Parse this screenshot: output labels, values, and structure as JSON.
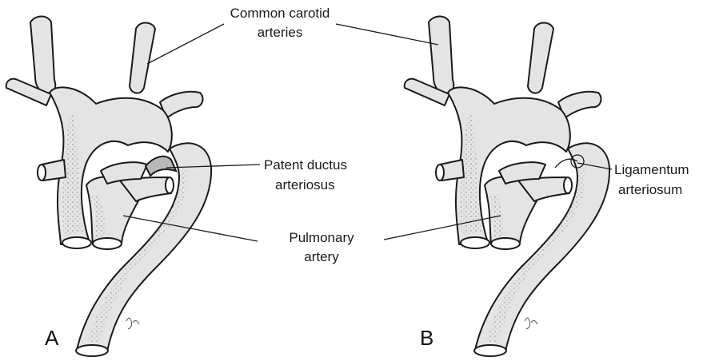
{
  "labels": {
    "common_carotid_line1": "Common carotid",
    "common_carotid_line2": "arteries",
    "patent_ductus_line1": "Patent ductus",
    "patent_ductus_line2": "arteriosus",
    "pulmonary_line1": "Pulmonary",
    "pulmonary_line2": "artery",
    "ligamentum_line1": "Ligamentum",
    "ligamentum_line2": "arteriosum"
  },
  "panels": {
    "a": "A",
    "b": "B"
  },
  "colors": {
    "ink": "#1a1a1a",
    "vessel_fill": "#e4e4e4",
    "shade": "#b9b9b9",
    "background": "#ffffff"
  }
}
